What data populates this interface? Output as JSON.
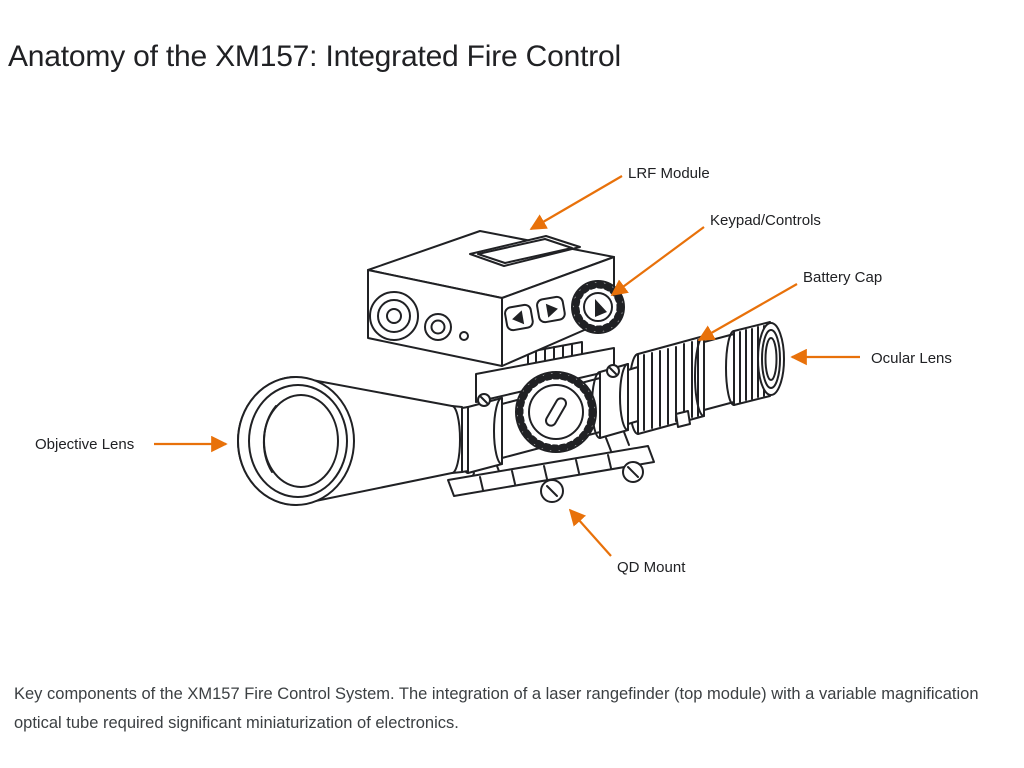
{
  "page": {
    "title": "Anatomy of the XM157: Integrated Fire Control",
    "caption": "Key components of the XM157 Fire Control System. The integration of a laser rangefinder (top module) with a variable magnification optical tube required significant miniaturization of electronics."
  },
  "diagram": {
    "accent_color": "#E8710A",
    "ink_color": "#202124",
    "labels": [
      {
        "id": "lrf-module",
        "text": "LRF Module"
      },
      {
        "id": "keypad-controls",
        "text": "Keypad/Controls"
      },
      {
        "id": "battery-cap",
        "text": "Battery Cap"
      },
      {
        "id": "ocular-lens",
        "text": "Ocular Lens"
      },
      {
        "id": "objective-lens",
        "text": "Objective Lens"
      },
      {
        "id": "qd-mount",
        "text": "QD Mount"
      }
    ]
  }
}
